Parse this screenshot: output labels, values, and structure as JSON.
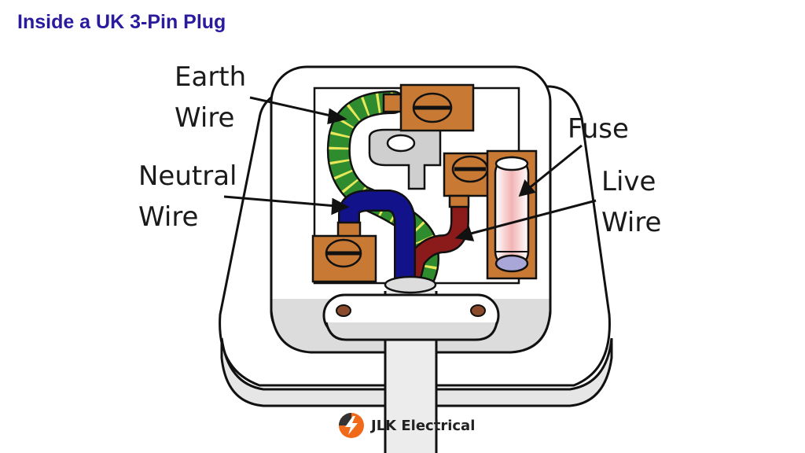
{
  "title": "Inside a UK 3-Pin Plug",
  "labels": {
    "earth": [
      "Earth",
      "Wire"
    ],
    "neutral": [
      "Neutral",
      "Wire"
    ],
    "fuse": [
      "Fuse"
    ],
    "live": [
      "Live",
      "Wire"
    ]
  },
  "brand": {
    "name": "JLK Electrical"
  },
  "colors": {
    "title": "#2a1a9e",
    "earth_wire": "#2e8b2e",
    "earth_stripe": "#e8e85a",
    "neutral_wire": "#12128a",
    "live_wire": "#8b1a1a",
    "terminal": "#c87a35",
    "brand_icon": "#f06a1a"
  }
}
